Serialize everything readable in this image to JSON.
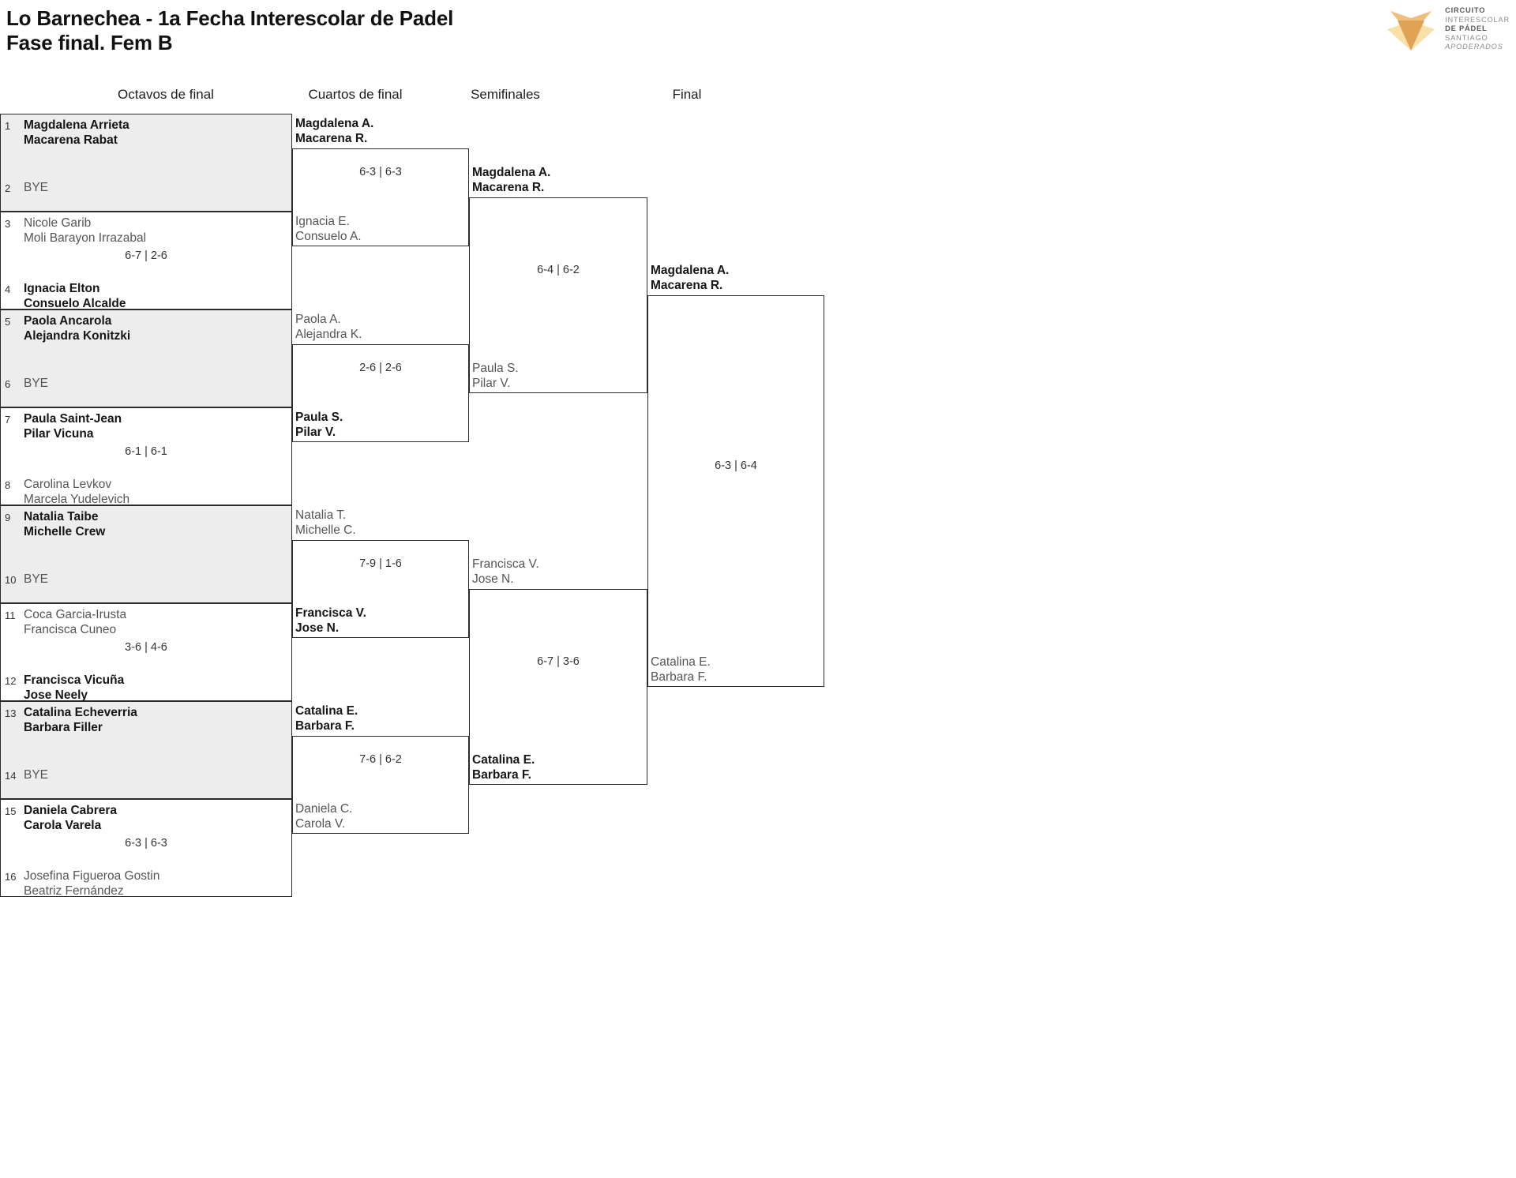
{
  "title": {
    "line1": "Lo Barnechea - 1a Fecha Interescolar de Padel",
    "line2": "Fase final. Fem B"
  },
  "logo": {
    "mark_icon": "fox-arrow-logo-icon",
    "line1": "CIRCUITO",
    "line2": "INTERESCOLAR",
    "line3": "DE PÁDEL",
    "line4": "SANTIAGO",
    "line5": "APODERADOS",
    "color_dark": "#E0A255",
    "color_mid": "#EFBE7D",
    "color_light": "#F9E0A8"
  },
  "rounds": [
    {
      "label": "Octavos de final"
    },
    {
      "label": "Cuartos de final"
    },
    {
      "label": "Semifinales"
    },
    {
      "label": "Final"
    }
  ],
  "round1": {
    "matches": [
      {
        "shaded": true,
        "score": "",
        "top": {
          "seed": "1",
          "l1": "Magdalena Arrieta",
          "l2": "Macarena Rabat",
          "winner": true
        },
        "bottom": {
          "seed": "2",
          "l1": "BYE",
          "l2": "",
          "winner": false
        }
      },
      {
        "shaded": false,
        "score": "6-7 | 2-6",
        "top": {
          "seed": "3",
          "l1": "Nicole Garib",
          "l2": "Moli Barayon Irrazabal",
          "winner": false
        },
        "bottom": {
          "seed": "4",
          "l1": "Ignacia Elton",
          "l2": "Consuelo Alcalde",
          "winner": true
        }
      },
      {
        "shaded": true,
        "score": "",
        "top": {
          "seed": "5",
          "l1": "Paola Ancarola",
          "l2": "Alejandra Konitzki",
          "winner": true
        },
        "bottom": {
          "seed": "6",
          "l1": "BYE",
          "l2": "",
          "winner": false
        }
      },
      {
        "shaded": false,
        "score": "6-1 | 6-1",
        "top": {
          "seed": "7",
          "l1": "Paula Saint-Jean",
          "l2": "Pilar Vicuna",
          "winner": true
        },
        "bottom": {
          "seed": "8",
          "l1": "Carolina Levkov",
          "l2": "Marcela Yudelevich",
          "winner": false
        }
      },
      {
        "shaded": true,
        "score": "",
        "top": {
          "seed": "9",
          "l1": "Natalia Taibe",
          "l2": "Michelle Crew",
          "winner": true
        },
        "bottom": {
          "seed": "10",
          "l1": "BYE",
          "l2": "",
          "winner": false
        }
      },
      {
        "shaded": false,
        "score": "3-6 | 4-6",
        "top": {
          "seed": "11",
          "l1": "Coca Garcia-Irusta",
          "l2": "Francisca Cuneo",
          "winner": false
        },
        "bottom": {
          "seed": "12",
          "l1": "Francisca Vicuña",
          "l2": "Jose Neely",
          "winner": true
        }
      },
      {
        "shaded": true,
        "score": "",
        "top": {
          "seed": "13",
          "l1": "Catalina Echeverria",
          "l2": "Barbara Filler",
          "winner": true
        },
        "bottom": {
          "seed": "14",
          "l1": "BYE",
          "l2": "",
          "winner": false
        }
      },
      {
        "shaded": false,
        "score": "6-3 | 6-3",
        "top": {
          "seed": "15",
          "l1": "Daniela Cabrera",
          "l2": "Carola Varela",
          "winner": true
        },
        "bottom": {
          "seed": "16",
          "l1": "Josefina Figueroa Gostin",
          "l2": "Beatriz Fernández",
          "winner": false
        }
      }
    ]
  },
  "round2": {
    "matches": [
      {
        "score": "6-3 | 6-3",
        "top": {
          "l1": "Magdalena A.",
          "l2": "Macarena R.",
          "winner": true
        },
        "bottom": {
          "l1": "Ignacia E.",
          "l2": "Consuelo A.",
          "winner": false
        }
      },
      {
        "score": "2-6 | 2-6",
        "top": {
          "l1": "Paola A.",
          "l2": "Alejandra K.",
          "winner": false
        },
        "bottom": {
          "l1": "Paula S.",
          "l2": "Pilar V.",
          "winner": true
        }
      },
      {
        "score": "7-9 | 1-6",
        "top": {
          "l1": "Natalia T.",
          "l2": "Michelle C.",
          "winner": false
        },
        "bottom": {
          "l1": "Francisca V.",
          "l2": "Jose N.",
          "winner": true
        }
      },
      {
        "score": "7-6 | 6-2",
        "top": {
          "l1": "Catalina E.",
          "l2": "Barbara F.",
          "winner": true
        },
        "bottom": {
          "l1": "Daniela C.",
          "l2": "Carola V.",
          "winner": false
        }
      }
    ]
  },
  "round3": {
    "matches": [
      {
        "score": "6-4 | 6-2",
        "top": {
          "l1": "Magdalena A.",
          "l2": "Macarena R.",
          "winner": true
        },
        "bottom": {
          "l1": "Paula S.",
          "l2": "Pilar V.",
          "winner": false
        }
      },
      {
        "score": "6-7 | 3-6",
        "top": {
          "l1": "Francisca V.",
          "l2": "Jose N.",
          "winner": false
        },
        "bottom": {
          "l1": "Catalina E.",
          "l2": "Barbara F.",
          "winner": true
        }
      }
    ]
  },
  "round4": {
    "matches": [
      {
        "score": "6-3 | 6-4",
        "top": {
          "l1": "Magdalena A.",
          "l2": "Macarena R.",
          "winner": true
        },
        "bottom": {
          "l1": "Catalina E.",
          "l2": "Barbara F.",
          "winner": false
        }
      }
    ]
  }
}
